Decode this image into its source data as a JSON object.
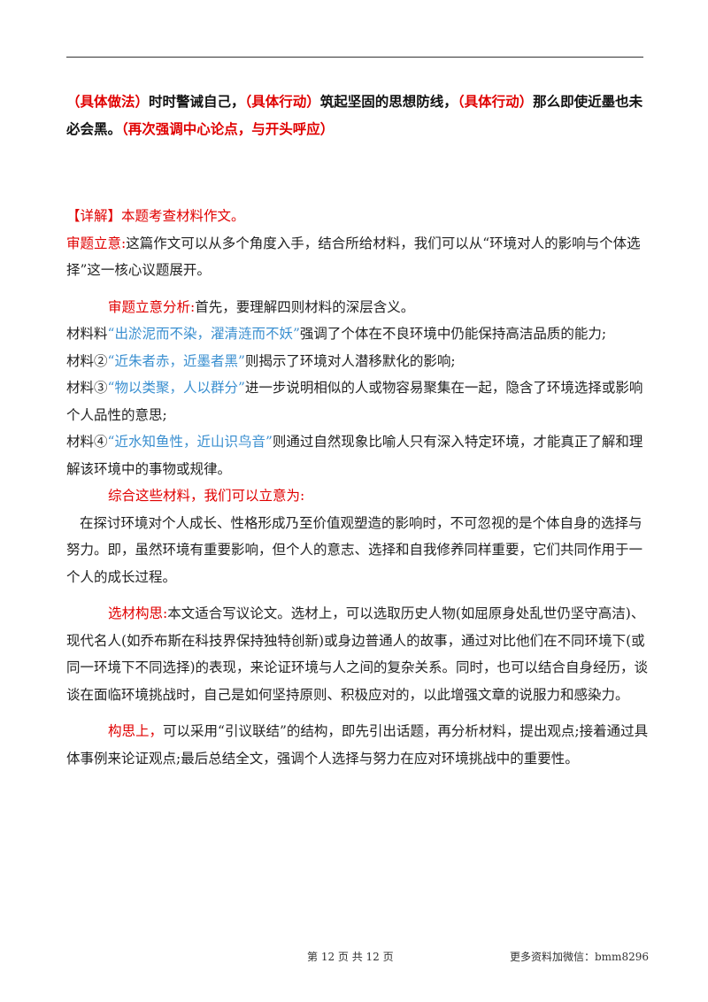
{
  "top_paragraph": {
    "s1_tag": "（具体做法）",
    "s1_text": "时时警诫自己，",
    "s2_tag": "（具体行动）",
    "s2_text": "筑起坚固的思想防线，",
    "s3_tag": "（具体行动）",
    "s3_text": "那么即使近墨也未必会黑。",
    "s4_tag": "（再次强调中心论点，与开头呼应）"
  },
  "detail": {
    "label": "【详解】",
    "text": "本题考查材料作文。"
  },
  "theme": {
    "label": "审题立意:",
    "text": "这篇作文可以从多个角度入手，结合所给材料，我们可以从“环境对人的影响与个体选择”这一核心议题展开。"
  },
  "analysis": {
    "label": "审题立意分析:",
    "text": "首先，要理解四则材料的深层含义。"
  },
  "materials": [
    {
      "prefix": "材料料",
      "quote": "“出淤泥而不染，濯清涟而不妖”",
      "text": "强调了个体在不良环境中仍能保持高洁品质的能力;"
    },
    {
      "prefix": "材料②",
      "quote": "“近朱者赤，近墨者黑”",
      "text": "则揭示了环境对人潜移默化的影响;"
    },
    {
      "prefix": "材料③",
      "quote": "“物以类聚，人以群分”",
      "text": "进一步说明相似的人或物容易聚集在一起，隐含了环境选择或影响个人品性的意思;"
    },
    {
      "prefix": "材料④",
      "quote": "“近水知鱼性，近山识鸟音”",
      "text": "则通过自然现象比喻人只有深入特定环境，才能真正了解和理解该环境中的事物或规律。"
    }
  ],
  "synthesis_label": "综合这些材料，我们可以立意为:",
  "thesis": "在探讨环境对个人成长、性格形成乃至价值观塑造的影响时，不可忽视的是个体自身的选择与努力。即，虽然环境有重要影响，但个人的意志、选择和自我修养同样重要，它们共同作用于一个人的成长过程。",
  "material_selection": {
    "label": "选材构思:",
    "text": "本文适合写议论文。选材上，可以选取历史人物(如屈原身处乱世仍坚守高洁)、现代名人(如乔布斯在科技界保持独特创新)或身边普通人的故事，通过对比他们在不同环境下(或同一环境下不同选择)的表现，来论证环境与人之间的复杂关系。同时，也可以结合自身经历，谈谈在面临环境挑战时，自己是如何坚持原则、积极应对的，以此增强文章的说服力和感染力。"
  },
  "structure": {
    "label": "构思上，",
    "text": "可以采用“引议联结”的结构，即先引出话题，再分析材料，提出观点;接着通过具体事例来论证观点;最后总结全文，强调个人选择与努力在应对环境挑战中的重要性。"
  },
  "footer": {
    "page": "第 12 页 共 12 页",
    "contact": "更多资料加微信：bmm8296"
  },
  "colors": {
    "accent_red": "#e00000",
    "quote_blue": "#3a8fd0"
  }
}
